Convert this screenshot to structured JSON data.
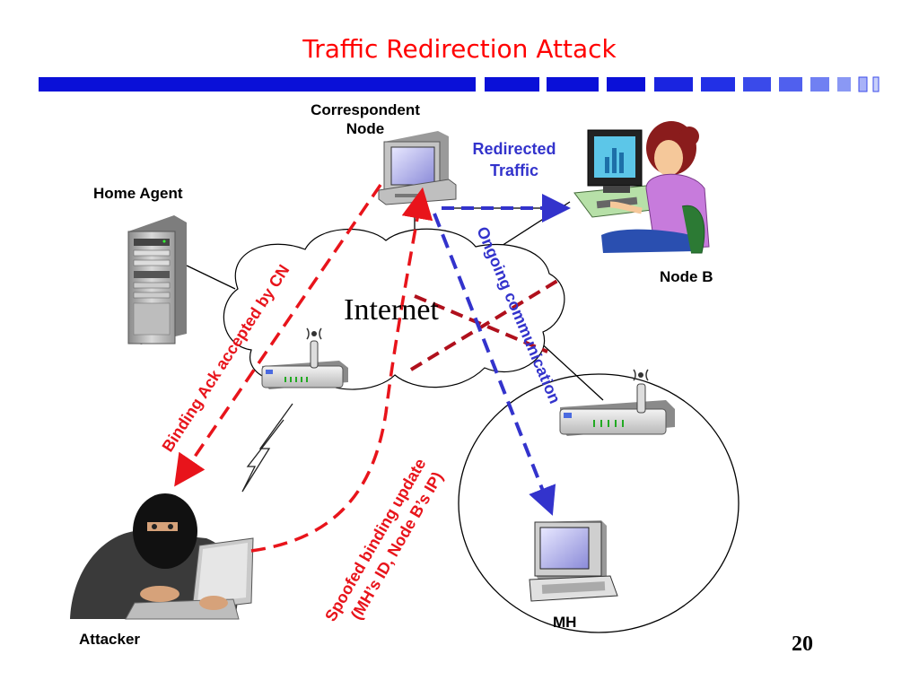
{
  "slide": {
    "title": "Traffic Redirection Attack",
    "page_number": "20"
  },
  "nodes": {
    "correspondent_line1": "Correspondent",
    "correspondent_line2": "Node",
    "home_agent": "Home Agent",
    "node_b": "Node B",
    "mobile_host": "MH",
    "attacker": "Attacker",
    "internet": "Internet"
  },
  "flows": {
    "redirected_line1": "Redirected",
    "redirected_line2": "Traffic",
    "ongoing": "Ongoing communication",
    "binding_ack": "Binding Ack accepted by CN",
    "spoofed_line1": "Spoofed binding update",
    "spoofed_line2": "(MH’s ID, Node B’s IP)"
  },
  "colors": {
    "title": "#ff0000",
    "attack_arrows": "#e8141b",
    "traffic_arrows": "#3333cc",
    "cross_lines": "#b0101c",
    "header_bar": "#0a10d8"
  }
}
